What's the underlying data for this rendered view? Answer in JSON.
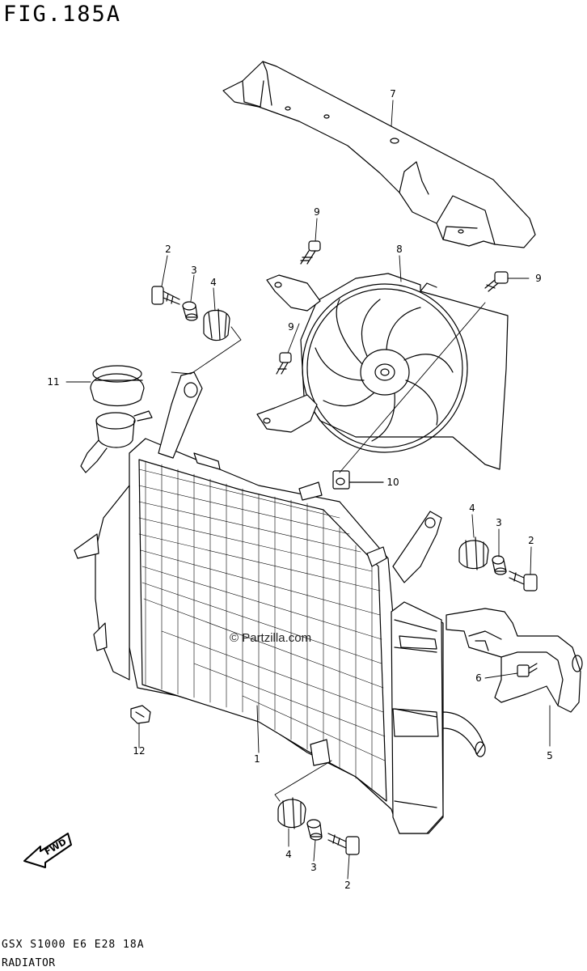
{
  "header": {
    "figure_title": "FIG.185A"
  },
  "footer": {
    "drawing_code": "GSX S1000 E6 E28 18A",
    "assembly_name": "RADIATOR"
  },
  "watermark": {
    "text": "© Partzilla.com"
  },
  "badge": {
    "fwd_label": "FWD"
  },
  "callouts": {
    "c1": "1",
    "c2a": "2",
    "c2b": "2",
    "c2c": "2",
    "c3a": "3",
    "c3b": "3",
    "c3c": "3",
    "c4a": "4",
    "c4b": "4",
    "c4c": "4",
    "c5": "5",
    "c6": "6",
    "c7": "7",
    "c8": "8",
    "c9a": "9",
    "c9b": "9",
    "c9c": "9",
    "c10": "10",
    "c11": "11",
    "c12": "12"
  },
  "colors": {
    "line": "#000000",
    "background": "#ffffff"
  }
}
